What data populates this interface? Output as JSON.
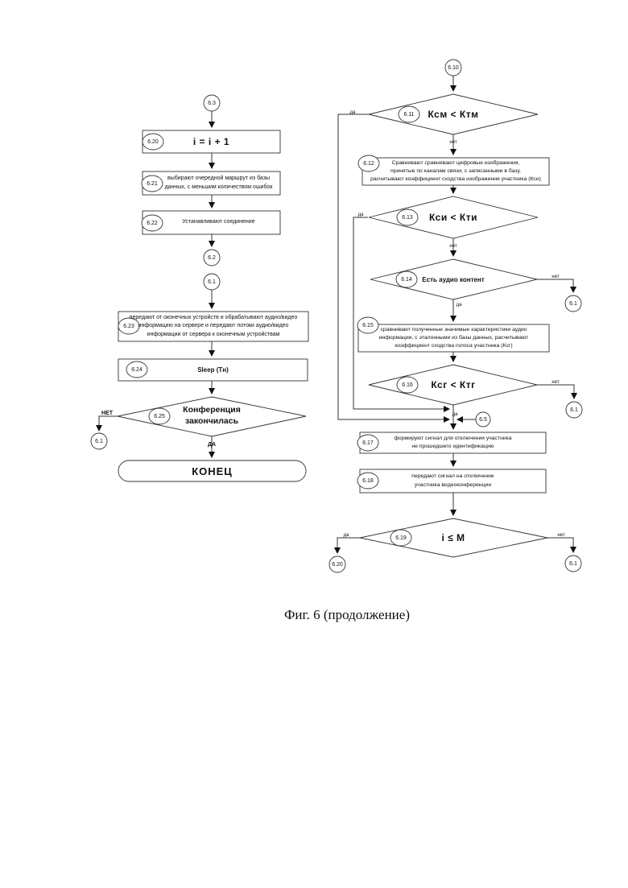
{
  "caption": "Фиг. 6 (продолжение)",
  "branch": {
    "yes_caps": "ДА",
    "no_caps": "НЕТ",
    "yes": "да",
    "no": "нет"
  },
  "circles": {
    "c63": "6.3",
    "c62": "6.2",
    "c61": "6.1",
    "c610": "6.10",
    "c65": "6.5",
    "c620": "6.20"
  },
  "badges": {
    "n620": "6.20",
    "n621": "6.21",
    "n622": "6.22",
    "n623": "6.23",
    "n624": "6.24",
    "n625": "6.25",
    "n611": "6.11",
    "n612": "6.12",
    "n613": "6.13",
    "n614": "6.14",
    "n615": "6.15",
    "n616": "6.16",
    "n617": "6.17",
    "n618": "6.18",
    "n619": "6.19"
  },
  "nodes": {
    "b620": "i = i + 1",
    "b621": "выбирают очередной маршрут из базы\nданных, с меньшим количеством ошибок",
    "b622": "Устанавливают соединение",
    "b623": "передают от оконечных устройств и обрабатывают аудио/видео\nинформацию на сервере и передают потоки аудио/видео\nинформации от сервера к оконечным устройствам",
    "b624": "Sleep (Тн)",
    "d625": "Конференция\nзакончилась",
    "end": "КОНЕЦ",
    "d611": "Ксм < Ктм",
    "b612": "Сравнивают сравнивают цифровые изображения,\nпринятые по каналам связи, с записанными в базу,\nрасчитывают коэффициент сходства изображения участника (Кси)",
    "d613": "Кси < Кти",
    "d614": "Есть аудио контент",
    "b615": "сравнивают полученные значимые характеристики аудио\nинформации, с эталонными из базы данных, расчитывают\nкоэффициент сходства голоса участника (Ксг)",
    "d616": "Ксг < Ктг",
    "b617": "формируют сигнал для отключения участника\nне прошедшего идентификацию",
    "b618": "передают сигнал на отключение\nучастника видеоконференции",
    "d619": "i ≤ M"
  }
}
